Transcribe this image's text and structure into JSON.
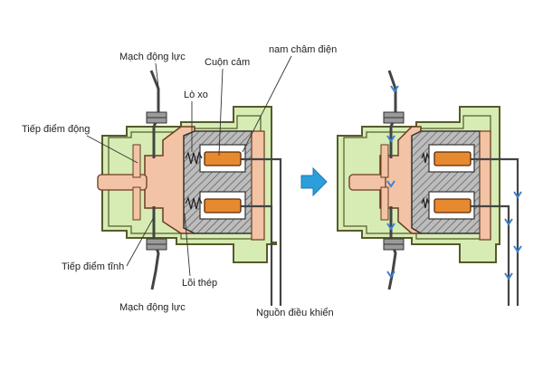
{
  "labels": {
    "power_circuit_top": "Mạch động lực",
    "coil": "Cuộn cảm",
    "electromagnet": "nam châm điện",
    "spring": "Lò xo",
    "moving_contact": "Tiếp điểm động",
    "fixed_contact": "Tiếp điểm tĩnh",
    "steel_core": "Lõi thép",
    "power_circuit_bottom": "Mạch động lực",
    "control_power": "Nguồn điều khiển"
  },
  "colors": {
    "housing_fill": "#d6ecb4",
    "housing_outline": "#565b2a",
    "core_fill": "#f3c3a6",
    "hatch_fill": "#bcbcbc",
    "coil_fill": "#e7892f",
    "arrow": "#2a9fdb",
    "current_arrow": "#3b82d6",
    "terminal_fill": "#9a9a9a",
    "wire": "#444444"
  },
  "icons": {
    "transition": "right-arrow-icon",
    "current_flow": "down-arrow-icon"
  }
}
